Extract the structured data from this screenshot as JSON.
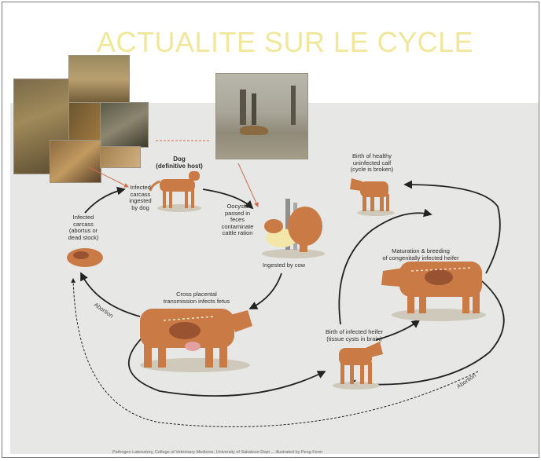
{
  "slide": {
    "title": "ACTUALITE SUR LE CYCLE",
    "footer_credit": "Pathogen Laboratory, College of Veterinary Medicine, University of Sakatoon Dept ... illustrated by Peng Ferm"
  },
  "diagram": {
    "hosts": {
      "dog": "Dog\n(definitive host)"
    },
    "stages": {
      "infected_carcass_ingested": "Infected\ncarcass\ningested\nby dog",
      "infected_carcass_source": "Infected\ncarcass\n(abortus or\ndead stock)",
      "oocysts_passed": "Oocysts\npassed in\nfeces\ncontaminate\ncattle ration",
      "ingested_by_cow": "Ingested by cow",
      "cross_placental": "Cross placental\ntransmission infects fetus",
      "birth_infected_heifer": "Birth of infected heifer\n(tissue cysts in brain)",
      "maturation_breeding": "Maturation & breeding\nof congenitally infected heifer",
      "birth_healthy_calf": "Birth of healthy\nuninfected calf\n(cycle is broken)"
    },
    "arrow_labels": {
      "abortion": "Abortion",
      "abortion_right": "Abortion"
    }
  }
}
